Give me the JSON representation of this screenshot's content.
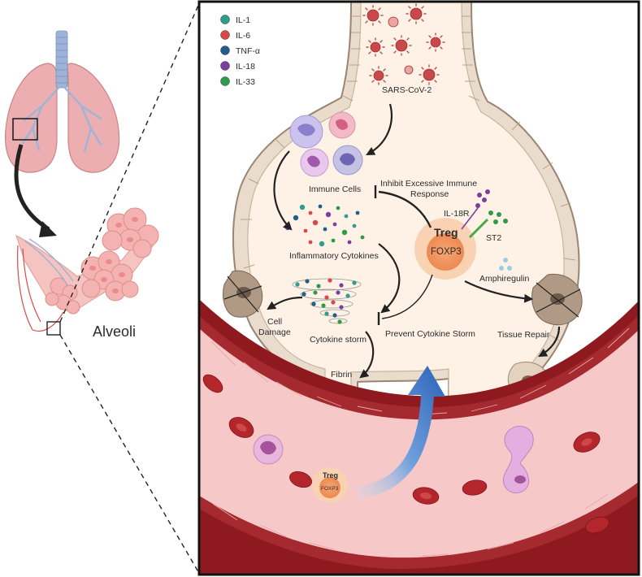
{
  "labels": {
    "alveoli": "Alveoli",
    "virus": "SARS-CoV-2",
    "immune_cells": "Immune Cells",
    "inflammatory_cytokines": "Inflammatory Cytokines",
    "cytokine_storm": "Cytokine storm",
    "cell_damage_line1": "Cell",
    "cell_damage_line2": "Damage",
    "fibrin": "Fibrin",
    "inhibit_line1": "Inhibit Excessive Immune",
    "inhibit_line2": "Response",
    "prevent_storm": "Prevent Cytokine Storm",
    "il18r": "IL-18R",
    "st2": "ST2",
    "treg": "Treg",
    "foxp3": "FOXP3",
    "amphiregulin": "Amphiregulin",
    "tissue_repair": "Tissue Repair",
    "vessel_treg": "Treg",
    "vessel_foxp3": "FOXP3"
  },
  "legend": [
    {
      "label": "IL-1",
      "color": "#2e9c8e"
    },
    {
      "label": "IL-6",
      "color": "#d9474a"
    },
    {
      "label": "TNF-α",
      "color": "#1f5f8b"
    },
    {
      "label": "IL-18",
      "color": "#7b3fa0"
    },
    {
      "label": "IL-33",
      "color": "#2f9a48"
    }
  ],
  "colors": {
    "alveolus_fill": "#fdf2e5",
    "alveolus_wall": "#e6d7c6",
    "vessel_outer": "#8e1a1f",
    "vessel_inner": "#f6c8c8",
    "treg_outer": "#f7c7a0",
    "treg_core": "#ef8f5a",
    "arrow_blue": "#2f6fc4",
    "lung": "#ecaeb0",
    "trachea": "#9fb3d8"
  }
}
